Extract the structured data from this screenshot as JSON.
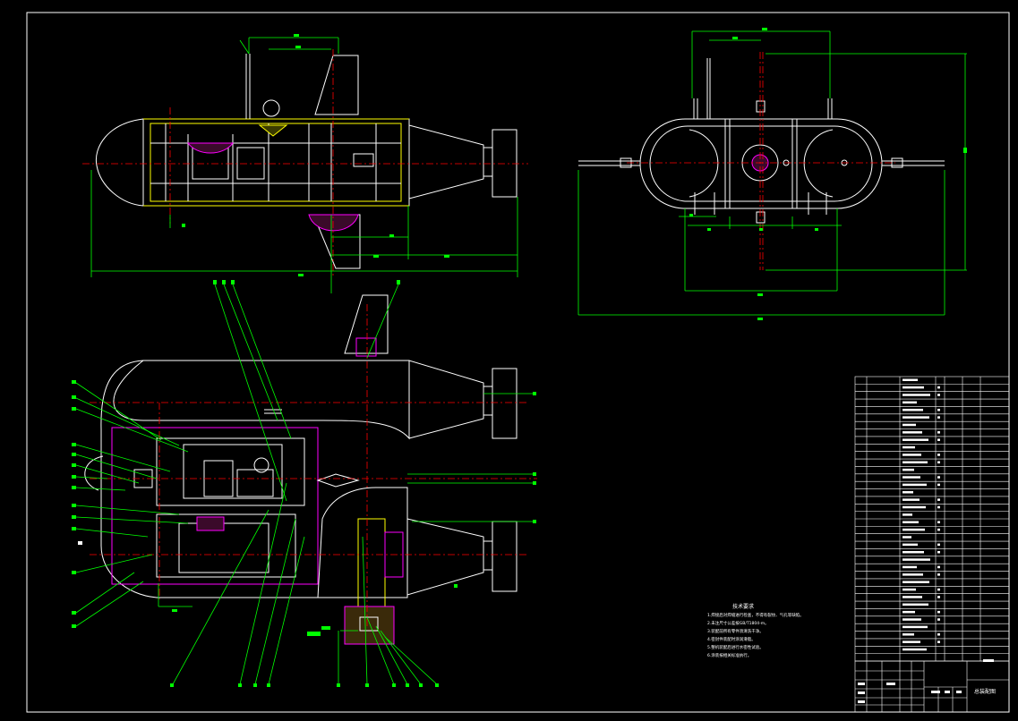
{
  "drawing": {
    "colors": {
      "background": "#000000",
      "outline": "#ffffff",
      "dimension": "#00ff00",
      "centerline": "#ff0000",
      "hatch": "#ff00ff",
      "highlight": "#ffff00",
      "frame": "#ffffff"
    },
    "tech_requirements": {
      "heading": "技术要求",
      "lines": [
        "1.焊接后对焊缝进行检查，不得有裂纹、气孔等缺陷。",
        "2.未注尺寸公差按GB/T1804-m。",
        "3.装配前所有零件须清洗干净。",
        "4.密封件装配时涂润滑脂。",
        "5.整机装配后进行水密性试验。",
        "6.涂装按相关标准执行。"
      ]
    },
    "title_block": {
      "drawing_name": "总装配图"
    }
  }
}
